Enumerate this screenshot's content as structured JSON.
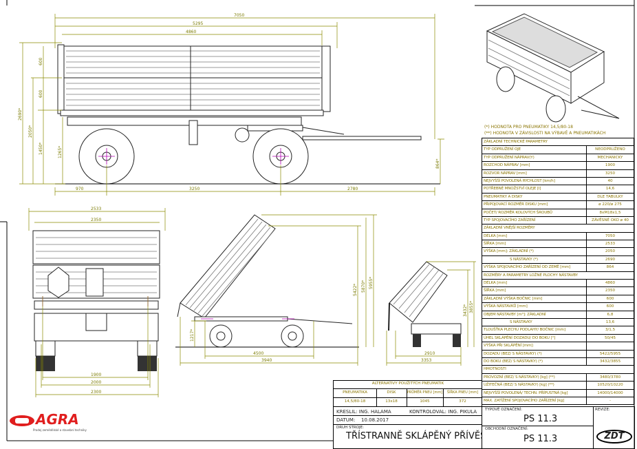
{
  "dims": {
    "side": {
      "overall_length": "7050",
      "body_length_outer": "5295",
      "body_length": "4860",
      "h_total": "2690*",
      "h_base": "2050*",
      "h_floor": "1450*",
      "h_frame": "1265*",
      "side_top": "600",
      "side_low": "600",
      "front_overhang": "970",
      "wheelbase": "3250",
      "drawbar": "2780",
      "coupling_h": "864*"
    },
    "front": {
      "width_outer": "2533",
      "width_inner": "2350",
      "track": "1900",
      "track_outer": "2000",
      "width_wheels": "2300"
    },
    "tip_rear": {
      "h1": "5422*",
      "h2": "5870*",
      "h3": "5955*",
      "h_pivot": "1217*",
      "pivot_dist": "4500",
      "len": "3940"
    },
    "tip_side": {
      "h1": "3432*",
      "h2": "3855*",
      "w1": "2910",
      "w2": "3353"
    }
  },
  "notes": [
    "(*) HODNOTA PRO PNEUMATIKY 14,5/80-18",
    "(**) HODNOTA V ZÁVISLOSTI NA VÝBAVĚ A PNEUMATIKÁCH"
  ],
  "params": [
    {
      "t": "sec",
      "label": "ZÁKLADNÍ TECHNICKÉ PARAMETRY"
    },
    {
      "label": "TYP ODPRUŽENÍ OJE",
      "value": "NEODPRUŽENO"
    },
    {
      "label": "TYP ODPRUŽENÍ NÁPRAV(Y)",
      "value": "MECHANICKY"
    },
    {
      "label": "ROZCHOD NÁPRAV [mm]",
      "value": "1900"
    },
    {
      "label": "ROZVOR NÁPRAV [mm]",
      "value": "3250"
    },
    {
      "label": "NEJVYŠŠÍ POVOLENÁ RYCHLOST [km/h]",
      "value": "40"
    },
    {
      "label": "POTŘEBNÉ MNOŽSTVÍ OLEJE [l]",
      "value": "14,6"
    },
    {
      "label": "PNEUMATIKY A DISKY",
      "value": "DLE TABULKY"
    },
    {
      "label": "PŘIPOJOVACÍ ROZMĚR DISKU [mm]",
      "value": "ø 220/ø 275"
    },
    {
      "label": "POČET/ ROZMĚR KOLOVÝCH ŠROUBŮ",
      "value": "8xM18x1,5"
    },
    {
      "label": "TYP SPOJOVACÍHO ZAŘÍZENÍ",
      "value": "ZÁVĚSNÉ OKO ø 40"
    },
    {
      "t": "sec",
      "label": "ZÁKLADNÍ VNĚJŠÍ ROZMĚRY"
    },
    {
      "label": "DÉLKA [mm]",
      "value": "7050"
    },
    {
      "label": "ŠÍŘKA [mm]",
      "value": "2533"
    },
    {
      "label": "VÝŠKA [mm]: ZÁKLADNÍ (*)",
      "value": "2050"
    },
    {
      "t": "sub",
      "label": "S NÁSTAVKY (*)",
      "value": "2690"
    },
    {
      "label": "VÝŠKA SPOJOVACÍHO ZAŘÍZENÍ OD ZEMĚ [mm]",
      "value": "864"
    },
    {
      "t": "sec",
      "label": "ROZMĚRY A PARAMETRY LOŽNÉ PLOCHY NÁSTAVBY"
    },
    {
      "label": "DÉLKA [mm]",
      "value": "4860"
    },
    {
      "label": "ŠÍŘKA [mm]",
      "value": "2350"
    },
    {
      "label": "ZÁKLADNÍ VÝŠKA BOČNIC [mm]",
      "value": "600"
    },
    {
      "label": "VÝŠKA NÁSTAVKŮ [mm]",
      "value": "600"
    },
    {
      "label": "OBJEM NÁSTAVBY [m³]: ZÁKLADNÍ",
      "value": "6,8"
    },
    {
      "t": "sub",
      "label": "S NÁSTAVKY",
      "value": "13,6"
    },
    {
      "label": "TLOUŠŤKA PLECHU PODLAHY/ BOČNIC [mm]",
      "value": "3/1,5"
    },
    {
      "label": "ÚHEL SKLÁPĚNÍ DOZADU/ DO BOKU [°]",
      "value": "50/45"
    },
    {
      "label": "VÝŠKA PŘI SKLÁPĚNÍ [mm]:"
    },
    {
      "label": "DOZADU (BEZ/ S NÁSTAVKY) (*)",
      "value": "5422/5955"
    },
    {
      "label": "DO BOKU (BEZ/ S NÁSTAVKY) (*)",
      "value": "3432/3855"
    },
    {
      "t": "sec",
      "label": "HMOTNOSTI"
    },
    {
      "label": "PROVOZNÍ (BEZ/ S NÁSTAVKY) [kg] (**)",
      "value": "3480/3780"
    },
    {
      "label": "UŽITEČNÁ (BEZ/ S NÁSTAVKY) [kg] (**)",
      "value": "10520/10220"
    },
    {
      "label": "NEJVYŠŠÍ POVOLENÁ/ TECHN. PŘÍPUSTNÁ [kg]",
      "value": "14000/14000"
    },
    {
      "label": "MAX. ZATÍŽENÍ SPOJOVACÍHO ZAŘÍZENÍ [kg]",
      "value": "-"
    }
  ],
  "tires": {
    "title": "ALTERNATIVY POUŽITÝCH PNEUMATIK",
    "headers": [
      "PNEUMATIKA",
      "DISK",
      "PRŮMĚR PNEU [mm]",
      "ŠÍŘKA PNEU [mm]"
    ],
    "row": [
      "14,5/80-18",
      "13x18",
      "1045",
      "372"
    ]
  },
  "title_block": {
    "drawn": "KRESLIL: ING. HALAMA",
    "checked": "KONTROLOVAL: ING. PIKULA",
    "date_label": "DATUM:",
    "date": "10.08.2017",
    "machine_label": "DRUH STROJE:",
    "machine": "TŘÍSTRANNĚ SKLÁPĚNÝ PŘÍVĚS",
    "type_label": "TYPOVÉ OZNAČENÍ:",
    "type": "PS 11.3",
    "trade_label": "OBCHODNÍ OZNAČENÍ:",
    "trade": "PS 11.3",
    "revision_label": "REVIZE:",
    "zdt_logo": "ZDT"
  },
  "brand": {
    "name": "AGRA",
    "tagline": "Prodej zemědělské a stavební techniky",
    "color": "#e01e1e"
  }
}
